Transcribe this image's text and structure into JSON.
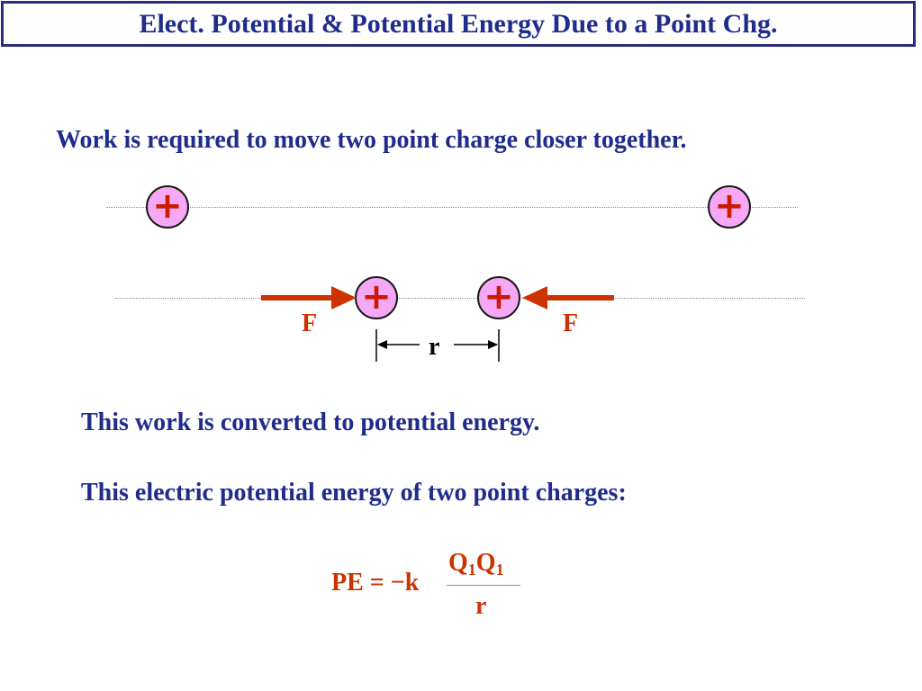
{
  "title": "Elect. Potential & Potential Energy Due to a Point Chg.",
  "paragraphs": {
    "work": "Work is required to move two point charge closer together.",
    "converted": "This work is converted to potential energy.",
    "electric_pe": "This electric potential energy of two point charges:"
  },
  "diagram": {
    "charge_symbol": "+",
    "force_label": "F",
    "distance_label": "r"
  },
  "formula": {
    "lhs": "PE = −k",
    "numerator_q": "Q",
    "numerator_sub": "1",
    "denominator": "r"
  },
  "colors": {
    "title_text": "#1f2c8c",
    "title_border": "#2b2d7c",
    "body_text": "#1f2c8c",
    "accent_red": "#cc3300",
    "charge_fill": "#f6a8f6"
  }
}
